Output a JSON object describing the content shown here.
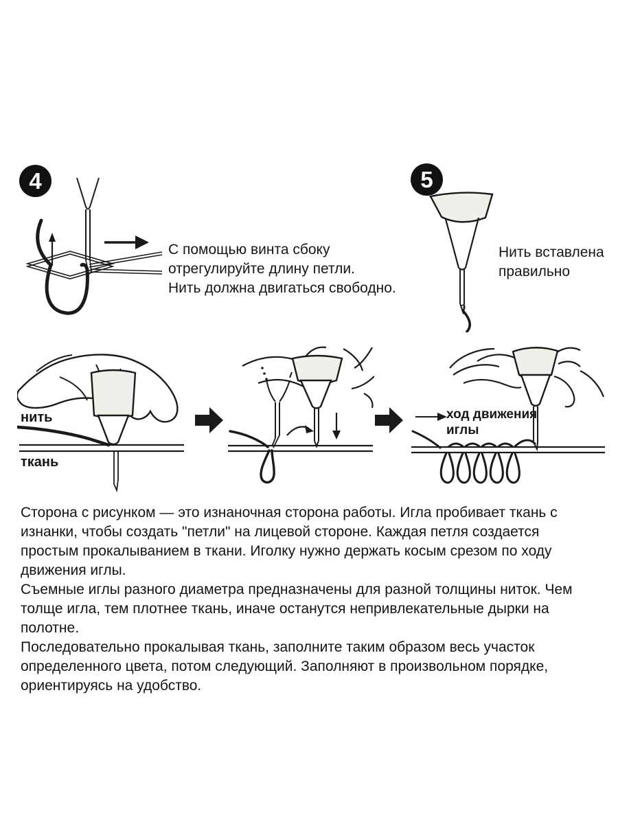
{
  "colors": {
    "ink": "#1a1a1a",
    "handle_fill": "#edf1ea",
    "badge_background": "#111111",
    "badge_text": "#ffffff",
    "page_background": "#ffffff"
  },
  "steps": {
    "step4": {
      "number": "4",
      "caption_lines": [
        "С помощью винта сбоку",
        "отрегулируйте длину петли.",
        "Нить должна двигаться свободно."
      ]
    },
    "step5": {
      "number": "5",
      "caption_lines": [
        "Нить вставлена",
        "правильно"
      ]
    }
  },
  "sequence_labels": {
    "thread": "нить",
    "fabric": "ткань",
    "needle_direction_lines": [
      "ход движения",
      "иглы"
    ]
  },
  "body_paragraphs": [
    "Сторона с рисунком — это изнаночная сторона работы. Игла пробивает ткань с изнанки, чтобы создать \"петли\" на лицевой стороне. Каждая петля создается простым прокалыванием в ткани. Иголку нужно держать косым срезом по ходу движения иглы.",
    "Съемные иглы разного диаметра предназначены для разной толщины ниток. Чем толще игла, тем плотнее ткань, иначе останутся непривлекательные дырки на полотне.",
    "Последовательно прокалывая ткань, заполните таким образом весь участок определенного цвета, потом следующий. Заполняют в произвольном порядке, ориентируясь на удобство."
  ]
}
